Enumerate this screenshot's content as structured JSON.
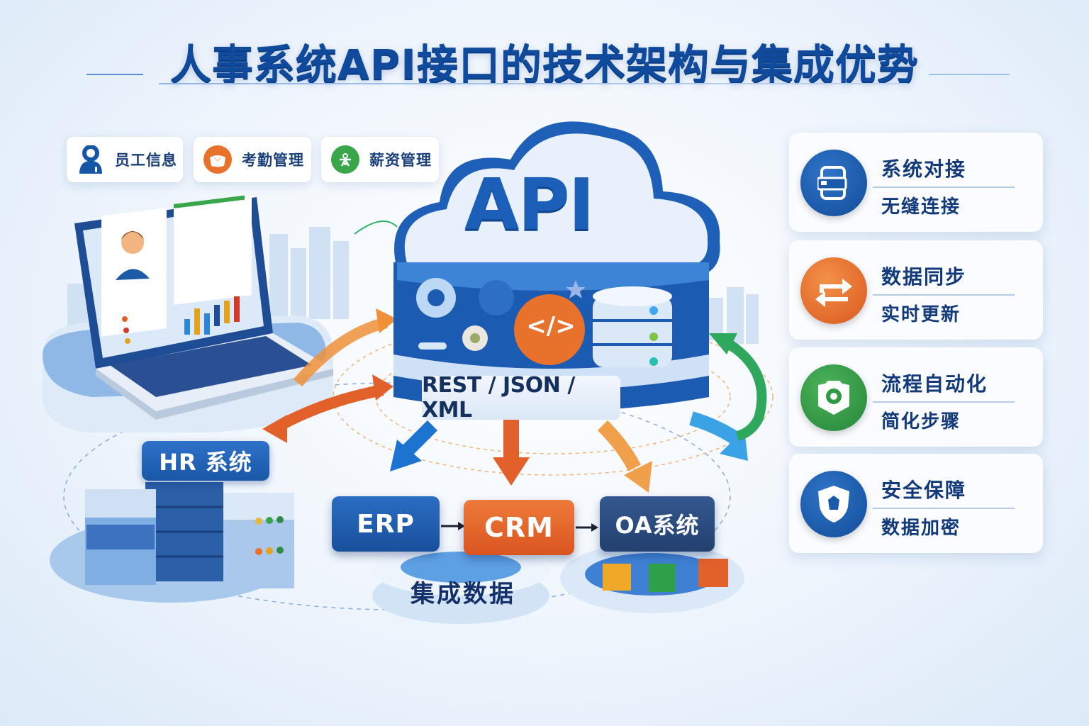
{
  "title": "人事系统API接口的技术架构与集成优势",
  "top_chips": [
    {
      "label": "员工信息",
      "icon": "user-icon",
      "color": "#1656a6"
    },
    {
      "label": "考勤管理",
      "icon": "calendar-icon",
      "color": "#e8712c"
    },
    {
      "label": "薪资管理",
      "icon": "payroll-icon",
      "color": "#3aa64a"
    }
  ],
  "api_hub": {
    "label": "API",
    "protocols": "REST / JSON / XML",
    "icons": [
      "gear-icon",
      "code-icon",
      "database-icon"
    ]
  },
  "hr_system": {
    "label": "HR 系统"
  },
  "systems": [
    {
      "label": "ERP",
      "color": "#1d5aa8"
    },
    {
      "label": "CRM",
      "color": "#e2612a"
    },
    {
      "label": "OA系统",
      "color": "#28497f"
    }
  ],
  "data_hub": {
    "label": "集成数据"
  },
  "right_cards": [
    {
      "title": "系统对接",
      "subtitle": "无缝连接",
      "icon": "devices-icon",
      "color": "#1d5aa8"
    },
    {
      "title": "数据同步",
      "subtitle": "实时更新",
      "icon": "sync-arrows-icon",
      "color": "#e8712c"
    },
    {
      "title": "流程自动化",
      "subtitle": "简化步骤",
      "icon": "automation-icon",
      "color": "#3aa64a"
    },
    {
      "title": "安全保障",
      "subtitle": "数据加密",
      "icon": "shield-icon",
      "color": "#1d5aa8"
    }
  ],
  "colors": {
    "primary": "#1b5fb8",
    "title": "#0f4a9c",
    "orange": "#e8712c",
    "green": "#3aa64a"
  }
}
